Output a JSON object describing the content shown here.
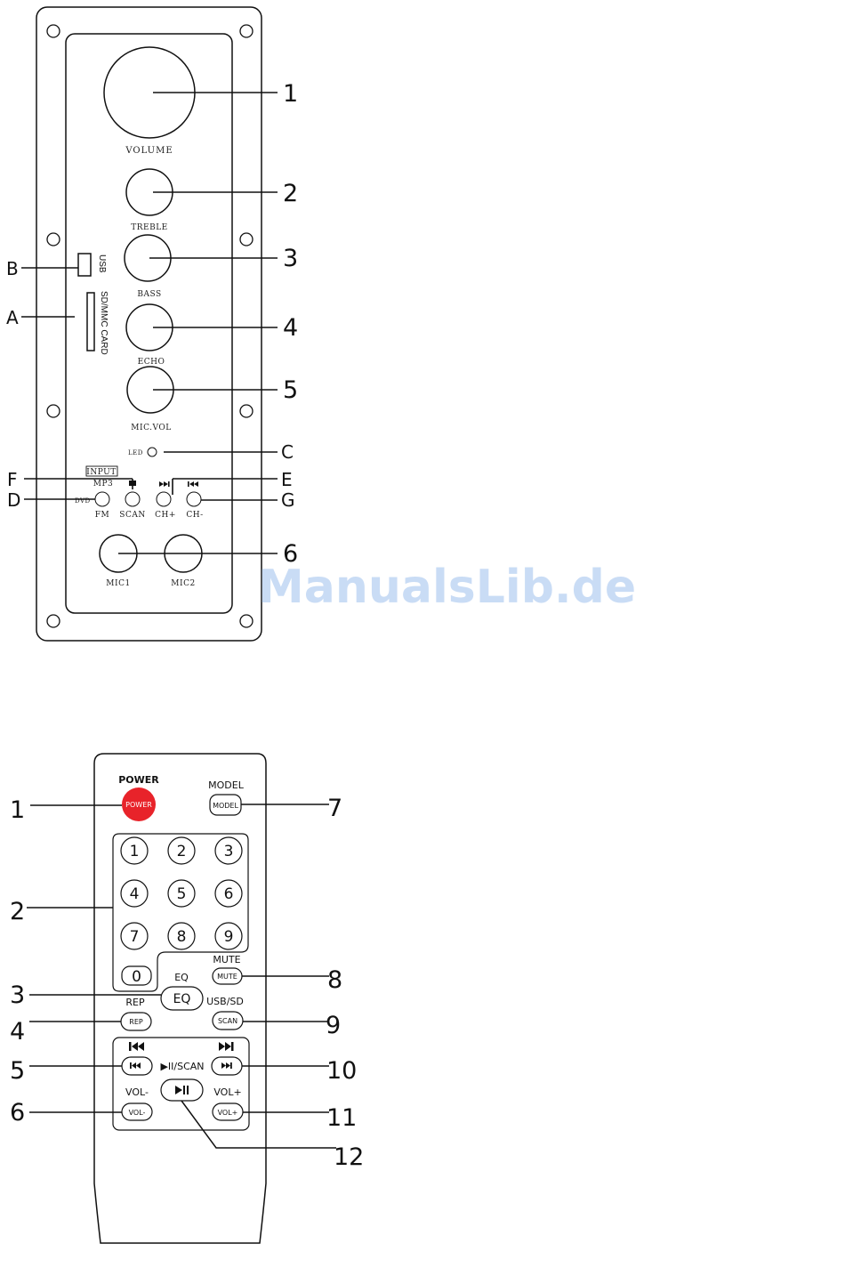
{
  "panel": {
    "knobs": {
      "volume": "VOLUME",
      "treble": "TREBLE",
      "bass": "BASS",
      "echo": "ECHO",
      "mic_vol": "MIC.VOL",
      "mic1": "MIC1",
      "mic2": "MIC2"
    },
    "side": {
      "usb": "USB",
      "sd_card": "SD/MMC CARD"
    },
    "small": {
      "led": "LED",
      "input": "INPUT",
      "mp3": "MP3",
      "dvd": "DVD",
      "fm": "FM",
      "scan": "SCAN",
      "ch_plus": "CH+",
      "ch_minus": "CH-"
    },
    "callouts": {
      "n1": "1",
      "n2": "2",
      "n3": "3",
      "n4": "4",
      "n5": "5",
      "n6": "6",
      "a": "A",
      "b": "B",
      "c": "C",
      "d": "D",
      "e": "E",
      "f": "F",
      "g": "G"
    }
  },
  "remote": {
    "labels": {
      "power": "POWER",
      "model": "MODEL",
      "mute": "MUTE",
      "eq": "EQ",
      "rep": "REP",
      "usb_sd": "USB/SD",
      "play_scan": "▶II/SCAN",
      "vol_minus": "VOL-",
      "vol_plus": "VOL+"
    },
    "buttons": {
      "power": "POWER",
      "model": "MODEL",
      "mute": "MUTE",
      "eq": "EQ",
      "rep": "REP",
      "scan": "SCAN",
      "vol_minus": "VOL-",
      "vol_plus": "VOL+"
    },
    "digits": [
      "1",
      "2",
      "3",
      "4",
      "5",
      "6",
      "7",
      "8",
      "9",
      "0"
    ],
    "callouts": {
      "n1": "1",
      "n2": "2",
      "n3": "3",
      "n4": "4",
      "n5": "5",
      "n6": "6",
      "n7": "7",
      "n8": "8",
      "n9": "9",
      "n10": "10",
      "n11": "11",
      "n12": "12"
    }
  },
  "watermark": "ManualsLib.de",
  "colors": {
    "power_button": "#e8232a",
    "watermark": "#c9dcf5"
  }
}
